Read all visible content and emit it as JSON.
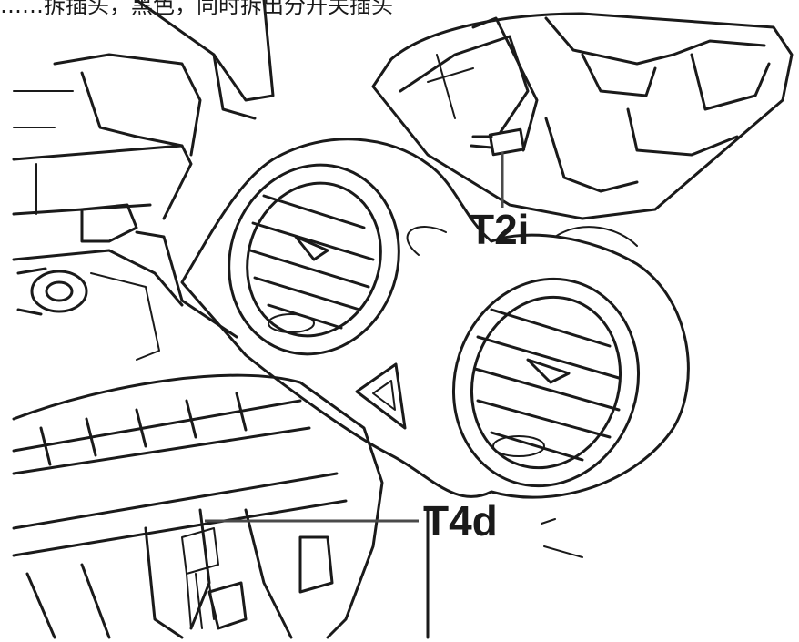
{
  "caption": "……拆插头，黑色，同时拆出分开关插头",
  "callouts": {
    "t2i": "T2i",
    "t4d": "T4d"
  },
  "colors": {
    "line": "#1a1a1a",
    "leader": "#4a4a4a",
    "background": "#ffffff"
  }
}
